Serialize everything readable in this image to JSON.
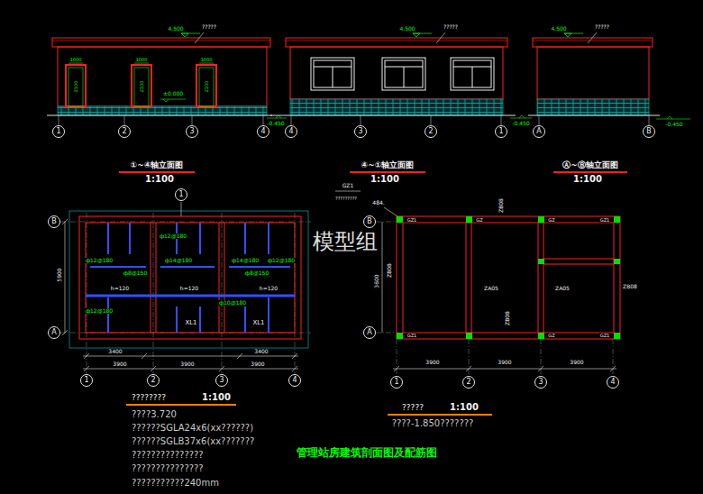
{
  "diagram": {
    "title": "管理站房建筑剖面图及配筋图",
    "nodes": [
      {
        "text": [
          "1"
        ]
      },
      {
        "text": [
          "2"
        ]
      },
      {
        "text": [
          "3"
        ]
      },
      {
        "text": [
          "4"
        ]
      },
      {
        "text": [
          "4"
        ]
      },
      {
        "text": [
          "3"
        ]
      },
      {
        "text": [
          "2"
        ]
      },
      {
        "text": [
          "1"
        ]
      },
      {
        "text": [
          "A"
        ]
      },
      {
        "text": [
          "B"
        ]
      },
      {
        "text": [
          "B"
        ]
      },
      {
        "text": [
          "A"
        ]
      },
      {
        "text": [
          "1"
        ]
      },
      {
        "text": [
          "2"
        ]
      },
      {
        "text": [
          "3"
        ]
      },
      {
        "text": [
          "4"
        ]
      },
      {
        "text": [
          "1"
        ]
      },
      {
        "text": [
          "B"
        ]
      },
      {
        "text": [
          "A"
        ]
      },
      {
        "text": [
          "1"
        ]
      },
      {
        "text": [
          "2"
        ]
      },
      {
        "text": [
          "3"
        ]
      },
      {
        "text": [
          "4"
        ]
      }
    ],
    "labels": [
      "4.500",
      "?????",
      "4.500",
      "?????",
      "4.500",
      "?????",
      "1000",
      "1000",
      "1000",
      "2100",
      "2100",
      "2100",
      "±0.000",
      "-0.450",
      "-0.450",
      "-0.450",
      "①~④轴立面图",
      "1:100",
      "④~①轴立面图",
      "1:100",
      "Ⓐ~Ⓑ轴立面图",
      "1:100",
      "ф12@180",
      "ф14@180",
      "ф14@180",
      "ф12@180",
      "ф8@150",
      "ф8@150",
      "h=120",
      "h=120",
      "h=120",
      "ф10@180",
      "ф12@180",
      "ф12@180",
      "XL1",
      "XL1",
      "3400",
      "3400",
      "3900",
      "3900",
      "3900",
      "5900",
      "????????",
      "1:100",
      "????3.720",
      "??????SGLA24x6(xx??????)",
      "??????SGLB37x6(xx???????",
      "???????????????",
      "???????????????",
      "???????????240mm",
      "GZ1",
      "?????????",
      "484.",
      "GZ1",
      "GZ",
      "GZ",
      "GZ1",
      "GZ1",
      "GZ",
      "GZ1",
      "ZA05",
      "ZA05",
      "ZB08",
      "ZB08",
      "ZB08",
      "ZB08",
      "3600",
      "3900",
      "3900",
      "3900",
      "?????",
      "1:100",
      "????-1.850???????",
      "模型组"
    ]
  }
}
